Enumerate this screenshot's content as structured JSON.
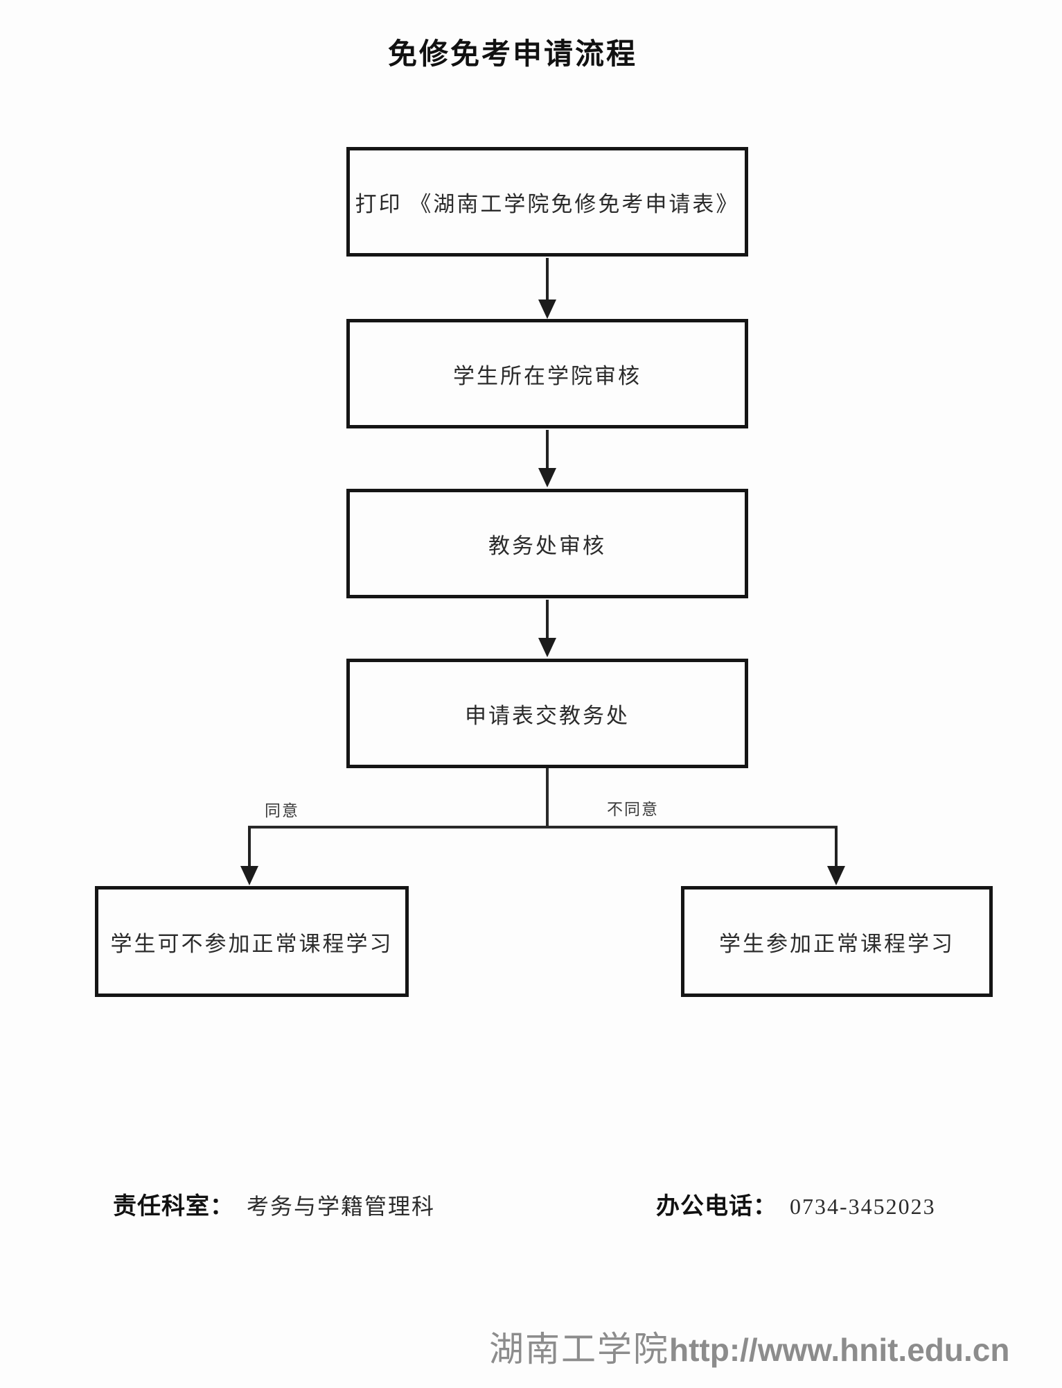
{
  "title": "免修免考申请流程",
  "flow": {
    "steps": [
      "打印 《湖南工学院免修免考申请表》",
      "学生所在学院审核",
      "教务处审核",
      "申请表交教务处"
    ],
    "branches": {
      "agree": "同意",
      "disagree": "不同意"
    },
    "outcomes": {
      "agree": "学生可不参加正常课程学习",
      "disagree": "学生参加正常课程学习"
    }
  },
  "info": {
    "dept_label": "责任科室：",
    "dept_value": "考务与学籍管理科",
    "phone_label": "办公电话：",
    "phone_value": "0734-3452023"
  },
  "footer": {
    "org": "湖南工学院",
    "url": "http://www.hnit.edu.cn"
  },
  "colors": {
    "box_border": "#151515",
    "line": "#222222",
    "text": "#2b2b2b",
    "footer_gray": "#8c8c8c",
    "background": "#fdfdfd"
  }
}
